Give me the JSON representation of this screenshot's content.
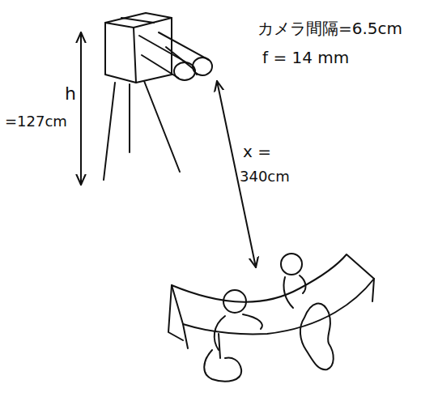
{
  "diagram": {
    "labels": [
      "カメラ間隔=6.5cm",
      "f = 14 mm",
      "h",
      "=127cm",
      "x =",
      "340cm"
    ]
  }
}
